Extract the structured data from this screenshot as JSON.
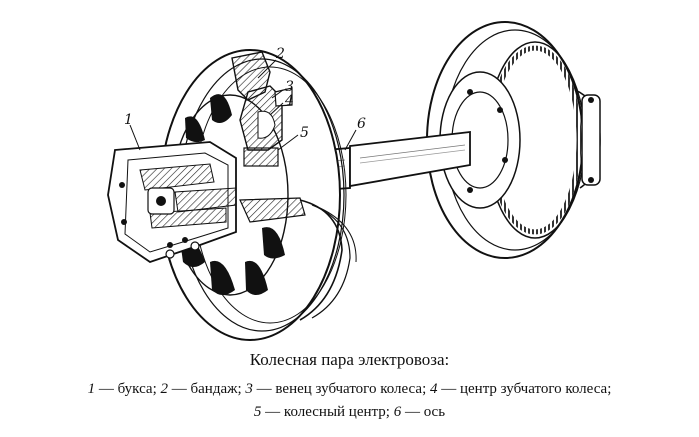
{
  "callouts": [
    {
      "number": "1",
      "part": "букса"
    },
    {
      "number": "2",
      "part": "бандаж"
    },
    {
      "number": "3",
      "part": "венец зубчатого колеса"
    },
    {
      "number": "4",
      "part": "центр зубчатого колеса"
    },
    {
      "number": "5",
      "part": "колесный центр"
    },
    {
      "number": "6",
      "part": "ось"
    }
  ],
  "caption": {
    "title": "Колесная пара электровоза:",
    "separator": " — "
  }
}
